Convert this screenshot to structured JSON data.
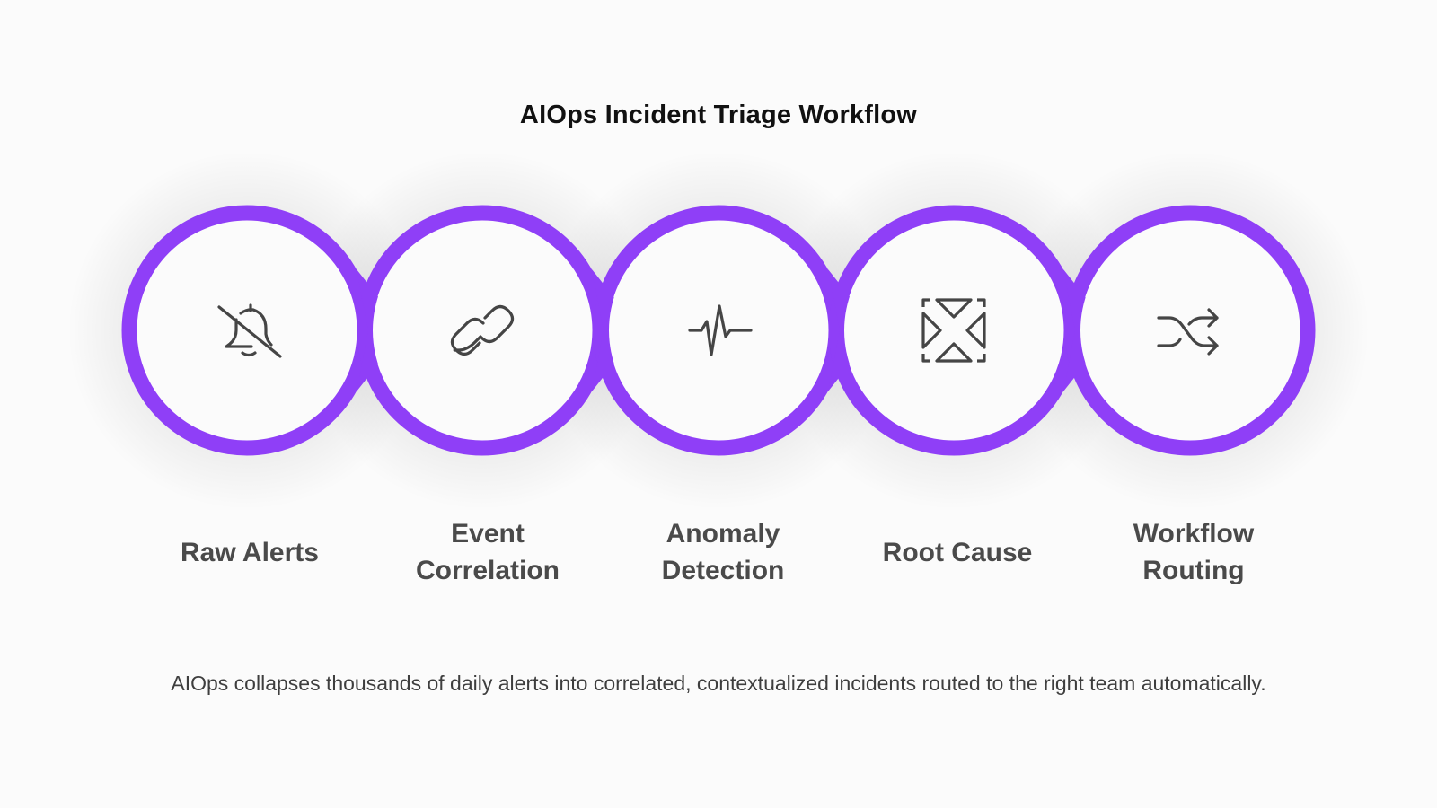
{
  "title": "AIOps Incident Triage Workflow",
  "accent_color": "#8f3ff7",
  "icon_color": "#454545",
  "steps": [
    {
      "label": "Raw Alerts",
      "icon": "bell-off-icon"
    },
    {
      "label": "Event\nCorrelation",
      "icon": "link-icon"
    },
    {
      "label": "Anomaly\nDetection",
      "icon": "pulse-icon"
    },
    {
      "label": "Root Cause",
      "icon": "collapse-arrows-icon"
    },
    {
      "label": "Workflow\nRouting",
      "icon": "shuffle-icon"
    }
  ],
  "caption": "AIOps collapses thousands of daily alerts into correlated, contextualized incidents routed to the right team automatically."
}
